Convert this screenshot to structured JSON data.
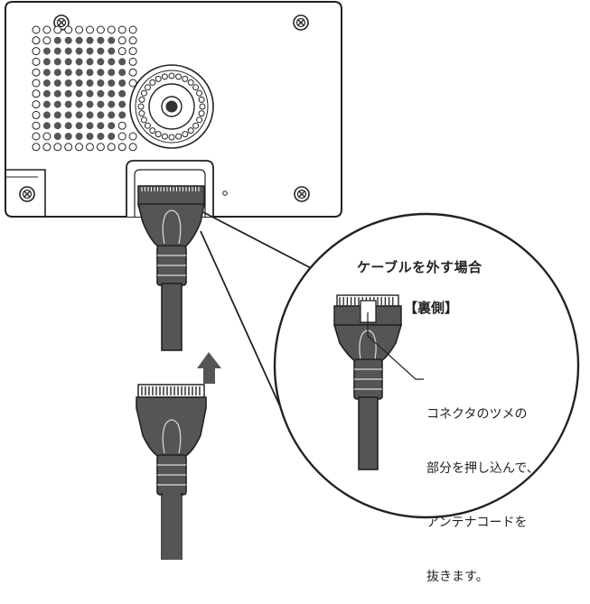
{
  "callout": {
    "title": "ケーブルを外す場合",
    "back_side_label": "【裏側】",
    "instruction_lines": [
      "コネクタのツメの",
      "部分を押し込んで、",
      "アンテナコードを",
      "抜きます。"
    ]
  },
  "colors": {
    "line": "#222222",
    "cable": "#555555",
    "speaker_hole": "#555555",
    "panel_fill": "#ffffff",
    "arrow": "#555555"
  },
  "icons": [
    "screw-icon",
    "up-arrow-icon",
    "speaker-grille-icon",
    "dial-knob-icon"
  ]
}
